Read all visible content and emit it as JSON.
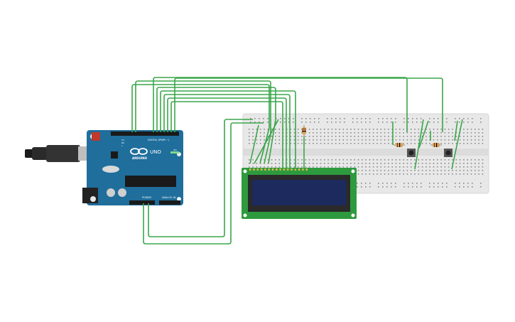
{
  "arduino": {
    "brand_label": "ARDUINO",
    "model_label": "UNO",
    "digital_label": "DIGITAL (PWM ~)",
    "power_label": "POWER",
    "analog_label": "ANALOG IN",
    "tx_label": "TX",
    "rx_label": "RX",
    "on_label": "ON",
    "l_label": "L"
  },
  "colors": {
    "background": "#ffffff",
    "board_blue": "#1f6e9c",
    "wire_green": "#3aa64a",
    "breadboard": "#e8e8e8",
    "lcd_pcb": "#2e9a3e",
    "lcd_screen": "#1c2a5e",
    "resistor": "#d9a15a",
    "button": "#444444"
  }
}
